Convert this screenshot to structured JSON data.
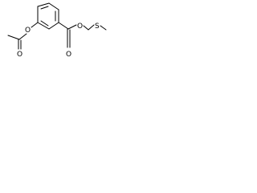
{
  "diagram": {
    "type": "skeletal-formula",
    "atoms": {
      "acetoxy_ring_oxygen": "O",
      "acetyl_carbonyl_oxygen": "O",
      "ester_carbonyl_oxygen": "O",
      "ester_oxygen": "O",
      "sulfur": "S"
    },
    "colors": {
      "bond": "#000000",
      "label": "#000000",
      "background": "#ffffff"
    }
  }
}
